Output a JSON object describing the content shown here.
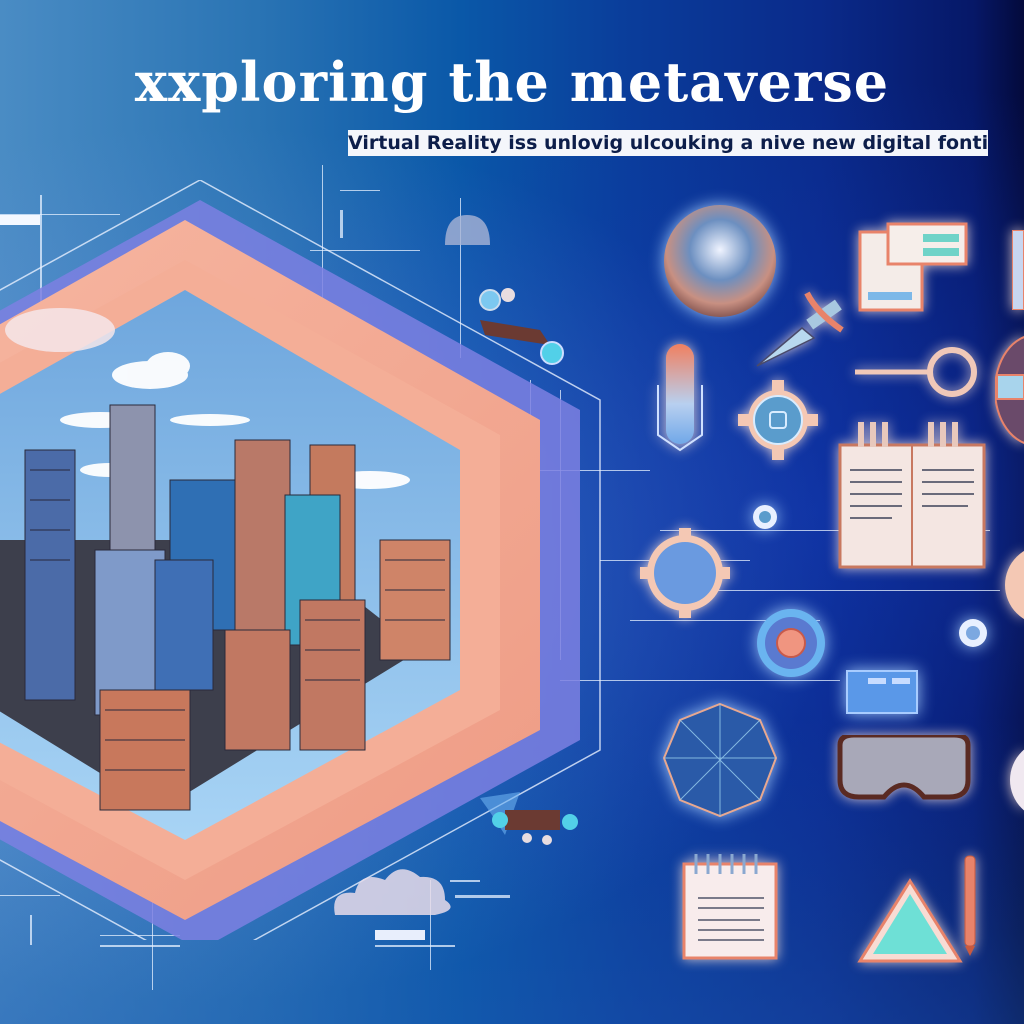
{
  "header": {
    "title": "xxploring the metaverse",
    "subtitle": "Virtual Reality iss unlovig ulcouking a nive new digital fontier"
  },
  "scene": {
    "left_panel": "hexagonal-frame-city",
    "right_panel": "icon-collage",
    "icons": [
      "planet-icon",
      "document-stack-icon",
      "knife-icon",
      "magnifier-icon",
      "microphone-icon",
      "gear-icon",
      "open-book-icon",
      "gear-icon",
      "gear-icon",
      "gear-icon",
      "window-card-icon",
      "polyhedron-globe-icon",
      "vr-goggles-icon",
      "notepad-icon",
      "triangle-icon",
      "pen-icon",
      "drone-icon",
      "cloud-icon"
    ]
  },
  "colors": {
    "bg_left": "#4a8cc4",
    "bg_mid": "#0a3c9a",
    "bg_right": "#040a3c",
    "frame_salmon": "#f2a58e",
    "frame_violet": "#7b7fe0",
    "sky": "#8cc4ef",
    "icon_outline": "#e8836a"
  }
}
